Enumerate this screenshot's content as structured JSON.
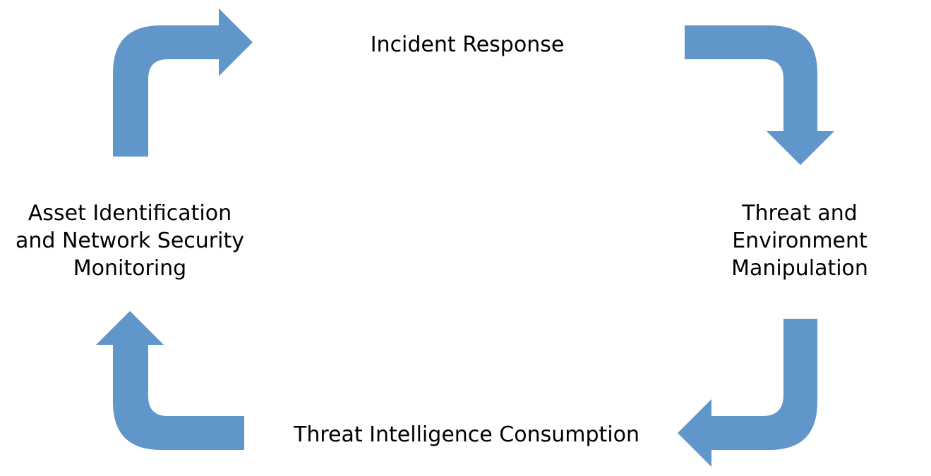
{
  "diagram": {
    "arrow_color": "#6096C9",
    "nodes": {
      "top": {
        "lines": [
          "Incident Response"
        ]
      },
      "right": {
        "lines": [
          "Threat and",
          "Environment",
          "Manipulation"
        ]
      },
      "bottom": {
        "lines": [
          "Threat Intelligence Consumption"
        ]
      },
      "left": {
        "lines": [
          "Asset Identification",
          "and Network Security",
          "Monitoring"
        ]
      }
    },
    "arrows": [
      {
        "name": "arrow-left-to-top",
        "direction": "right",
        "icon": "curved-arrow-icon"
      },
      {
        "name": "arrow-top-to-right",
        "direction": "down",
        "icon": "curved-arrow-icon"
      },
      {
        "name": "arrow-right-to-bottom",
        "direction": "left",
        "icon": "curved-arrow-icon"
      },
      {
        "name": "arrow-bottom-to-left",
        "direction": "up",
        "icon": "curved-arrow-icon"
      }
    ]
  }
}
